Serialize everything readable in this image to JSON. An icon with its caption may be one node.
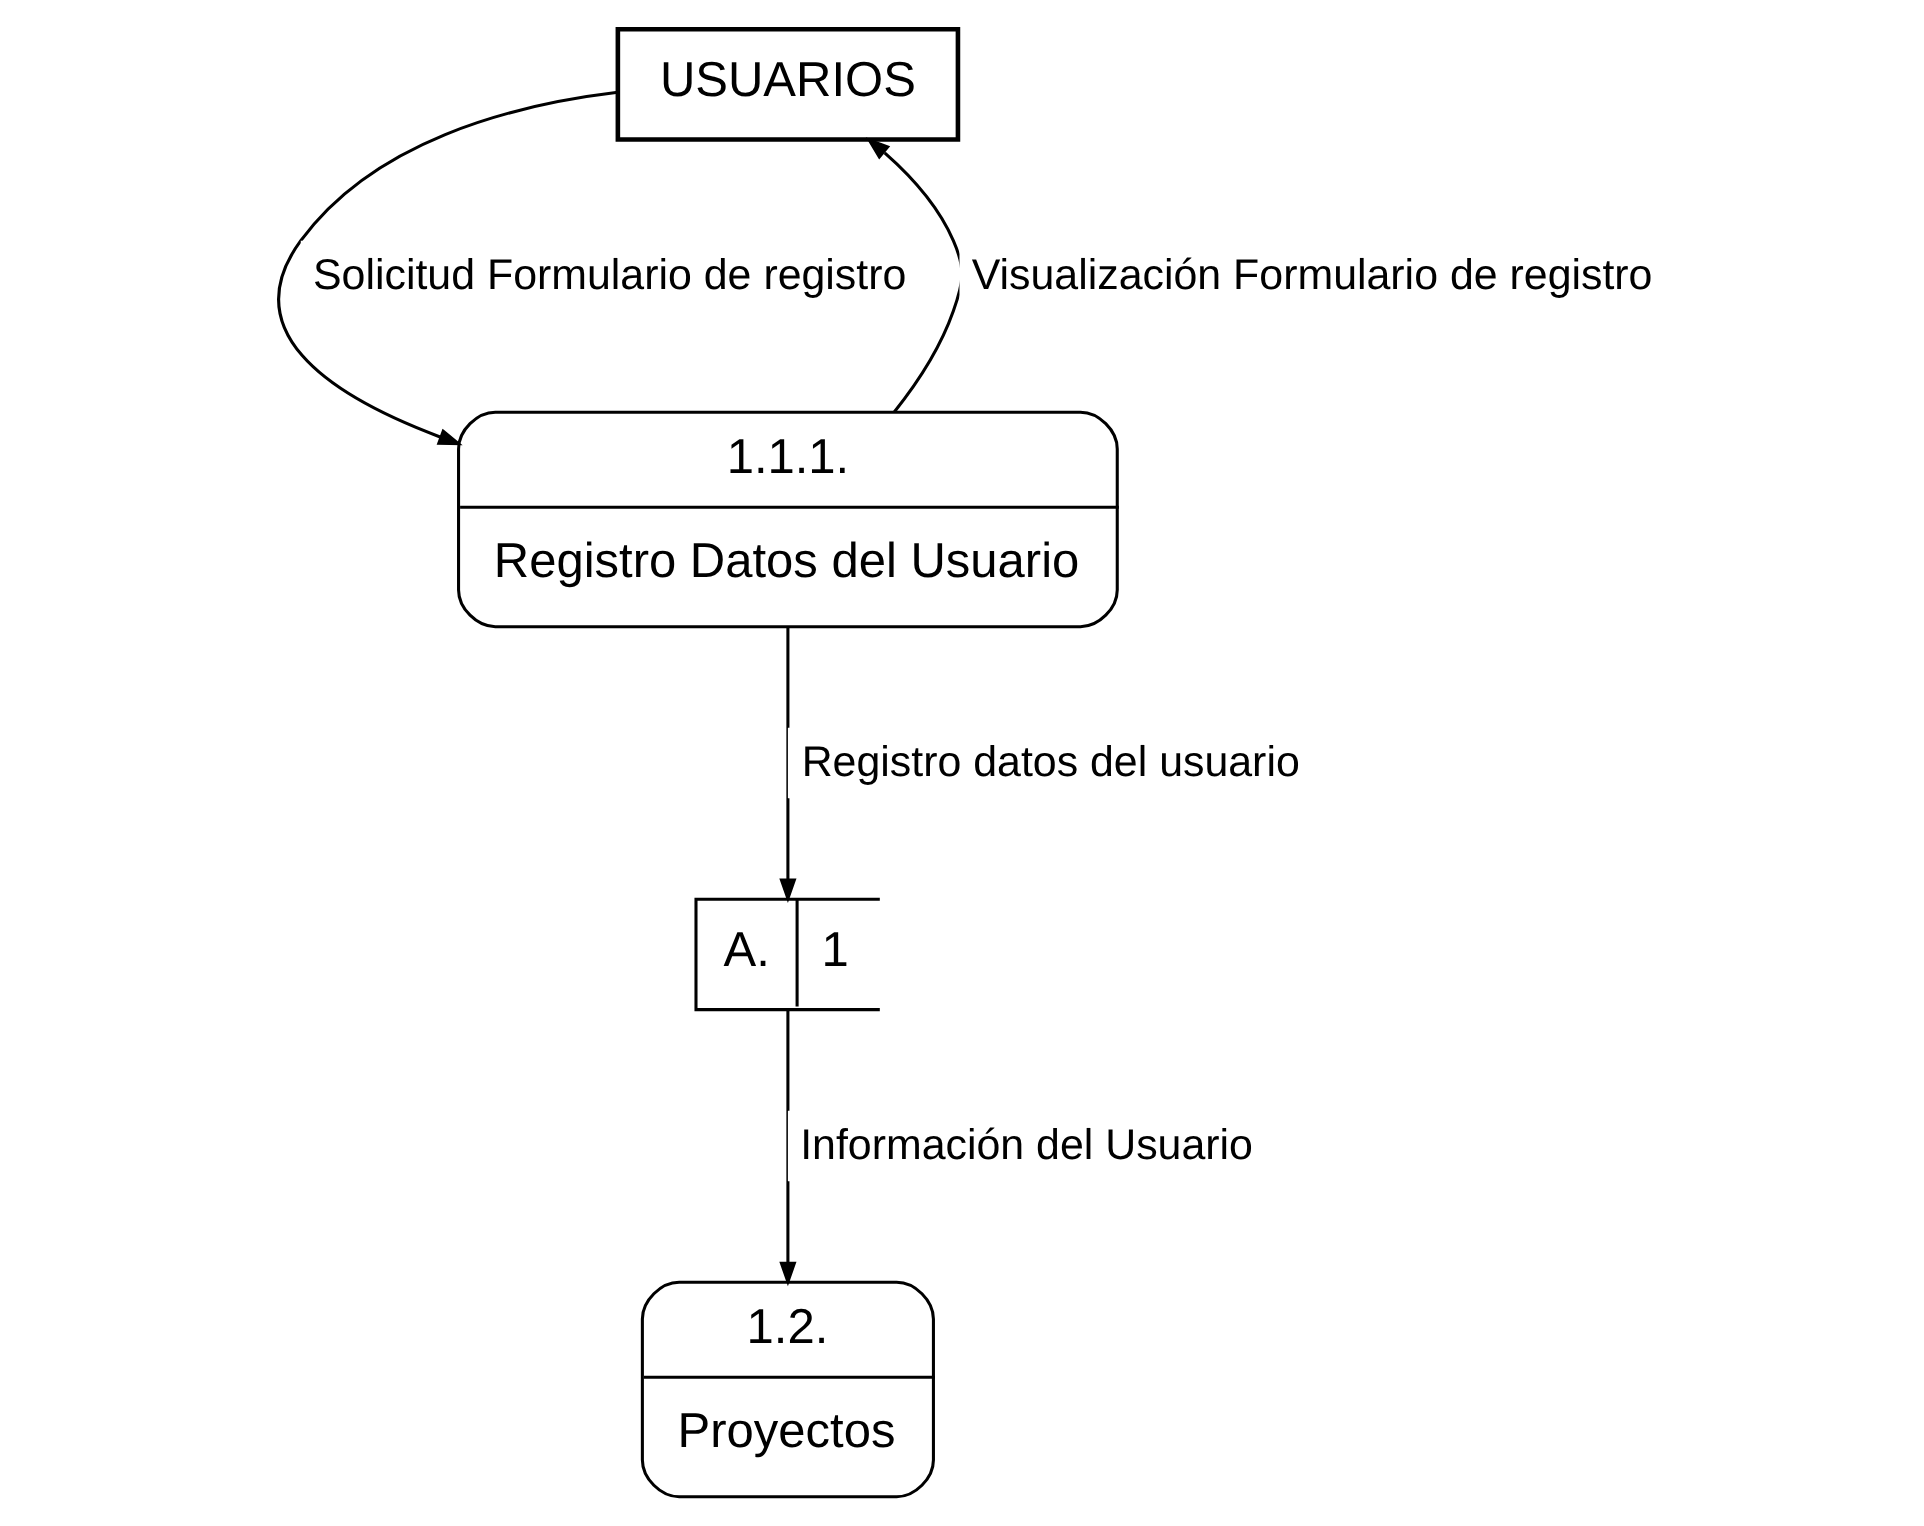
{
  "diagram": {
    "nodes": [
      {
        "text": [
          "USUARIOS"
        ]
      },
      {
        "text": [
          "1.1.1.",
          "Registro Datos del Usuario"
        ]
      },
      {
        "text": [
          "A.",
          "1"
        ]
      },
      {
        "text": [
          "1.2.",
          "Proyectos"
        ]
      }
    ],
    "edges": [
      {
        "from": 0,
        "to": 1,
        "arrow": "to",
        "label": "Solicitud Formulario de registro"
      },
      {
        "from": 1,
        "to": 0,
        "arrow": "to",
        "label": "Visualización Formulario de registro"
      },
      {
        "from": 1,
        "to": 2,
        "arrow": "to",
        "label": "Registro datos del usuario"
      },
      {
        "from": 2,
        "to": 3,
        "arrow": "to",
        "label": "Información del Usuario"
      }
    ]
  }
}
